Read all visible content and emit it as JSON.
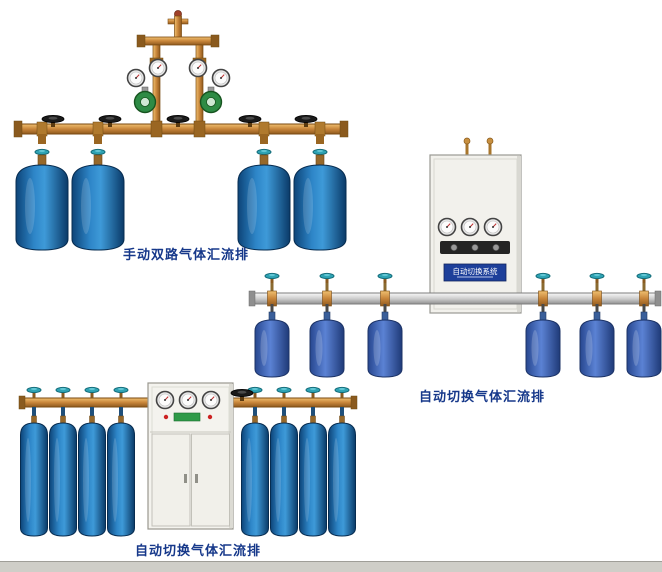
{
  "page": {
    "background": "#ffffff",
    "bottom_strip_color": "#cfcec8"
  },
  "figures": {
    "manual": {
      "caption": "手动双路气体汇流排",
      "cylinders": 4,
      "regulators": 2,
      "hand_wheels": 5
    },
    "auto_right": {
      "caption": "自动切换气体汇流排",
      "cabinet_label": "自动切换系统",
      "cylinders": 6,
      "gauges": 3
    },
    "auto_bottom": {
      "caption": "自动切换气体汇流排",
      "cylinders": 8,
      "gauges": 3
    }
  },
  "colors": {
    "caption_text": "#16388a",
    "brass": "#c8853a",
    "teal_valve": "#2fa3b4",
    "cylinder_blue": "#1565a8",
    "cylinder_blue_right": "#4a74c8",
    "nameplate_blue": "#1d3f9a",
    "regulator_green": "#2e8b45",
    "manifold_silver": "#c2c2c2"
  }
}
